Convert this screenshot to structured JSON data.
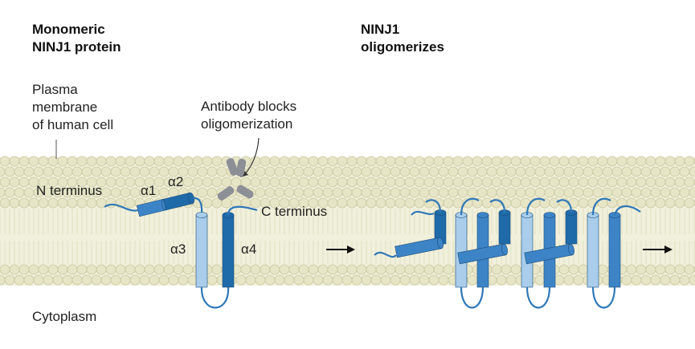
{
  "headings": {
    "left": "Monomeric\nNINJ1 protein",
    "right": "NINJ1\noligomerizes"
  },
  "labels": {
    "plasma_membrane": "Plasma\nmembrane\nof human cell",
    "antibody": "Antibody blocks\noligomerization",
    "n_terminus": "N terminus",
    "c_terminus": "C terminus",
    "cytoplasm": "Cytoplasm",
    "alpha1": "α1",
    "alpha2": "α2",
    "alpha3": "α3",
    "alpha4": "α4"
  },
  "colors": {
    "membrane_head": "#e6e5c6",
    "membrane_head_edge": "#c9c79e",
    "membrane_tail": "#f1f0dc",
    "helix_dark": "#1f6aa8",
    "helix_mid": "#3d84c6",
    "helix_light": "#a9cdea",
    "loop": "#2f78b8",
    "antibody": "#8d8f96",
    "text": "#222222"
  }
}
